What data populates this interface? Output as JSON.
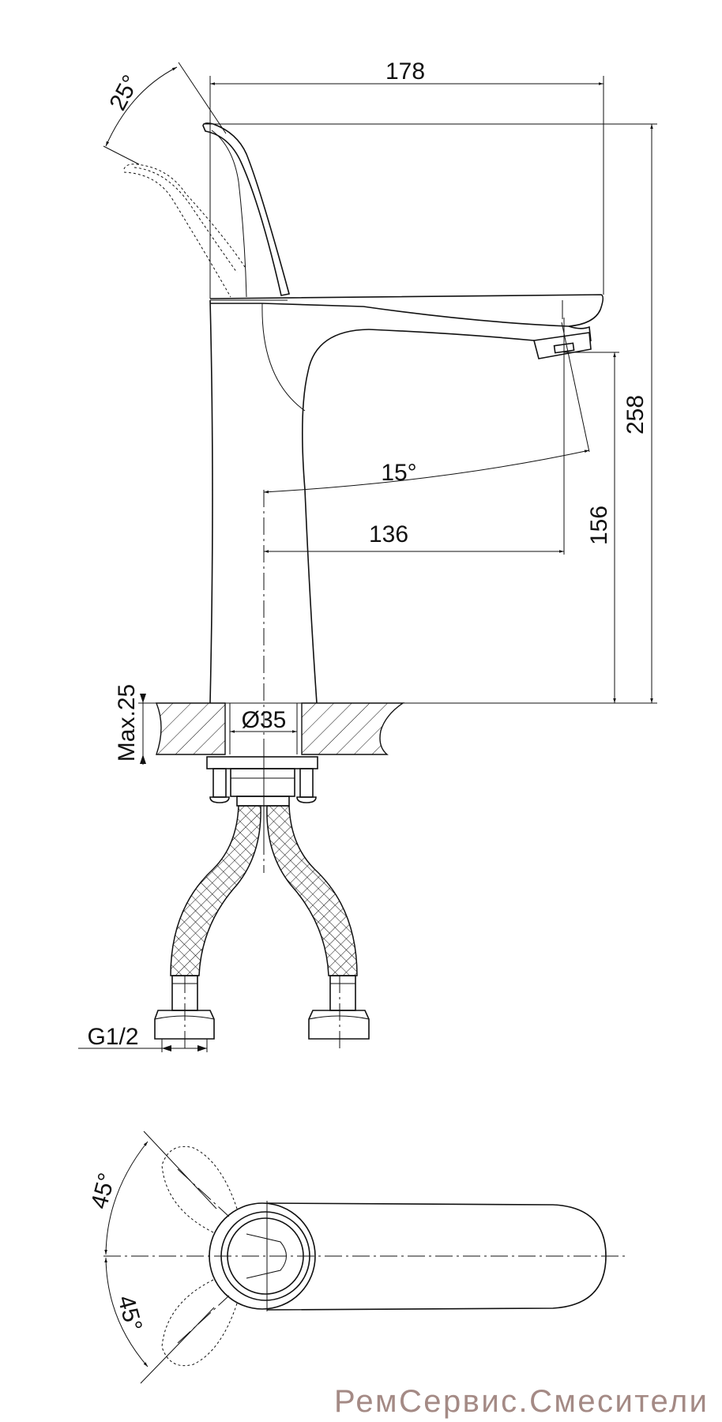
{
  "drawing": {
    "title": "Faucet technical drawing",
    "dimensions": {
      "width_total": "178",
      "height_total": "258",
      "spout_height": "156",
      "spout_reach": "136",
      "handle_tilt": "25°",
      "spout_swivel": "15°",
      "base_diameter": "Ø35",
      "max_counter_thickness": "Max.25",
      "connection_thread": "G1/2",
      "handle_rotation_up": "45°",
      "handle_rotation_down": "45°"
    }
  },
  "watermark": "РемСервис.Смесители",
  "colors": {
    "line": "#111111",
    "watermark": "#a48a85"
  }
}
